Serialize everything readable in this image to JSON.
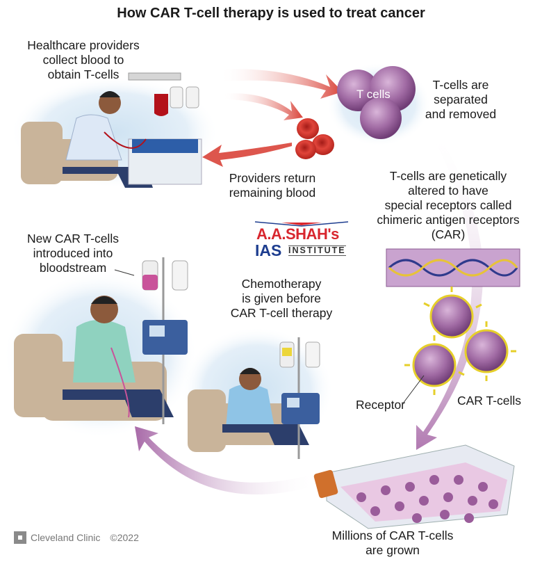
{
  "title": "How CAR T-cell therapy is used to treat cancer",
  "steps": {
    "collect": [
      "Healthcare providers",
      "collect blood to",
      "obtain T-cells"
    ],
    "separate": [
      "T-cells are",
      "separated",
      "and removed"
    ],
    "return": [
      "Providers return",
      "remaining blood"
    ],
    "alter": [
      "T-cells are genetically",
      "altered to have",
      "special receptors called",
      "chimeric antigen receptors",
      "(CAR)"
    ],
    "grow": [
      "Millions of CAR T-cells",
      "are grown"
    ],
    "chemo": [
      "Chemotherapy",
      "is given before",
      "CAR T-cell therapy"
    ],
    "introduce": [
      "New CAR T-cells",
      "introduced into",
      "bloodstream"
    ]
  },
  "labels": {
    "t_cells": "T cells",
    "receptor": "Receptor",
    "car_t_cells": "CAR T-cells"
  },
  "watermark": {
    "line1": "A.A.SHAH's",
    "line2": "IAS",
    "line3": "INSTITUTE"
  },
  "footer": {
    "brand": "Cleveland Clinic",
    "copyright": "©2022"
  },
  "colors": {
    "red_arrow": "#d9443a",
    "purple_arrow": "#a86aa8",
    "cell_purple": "#9a5c9a",
    "blood_red": "#c8302a"
  }
}
